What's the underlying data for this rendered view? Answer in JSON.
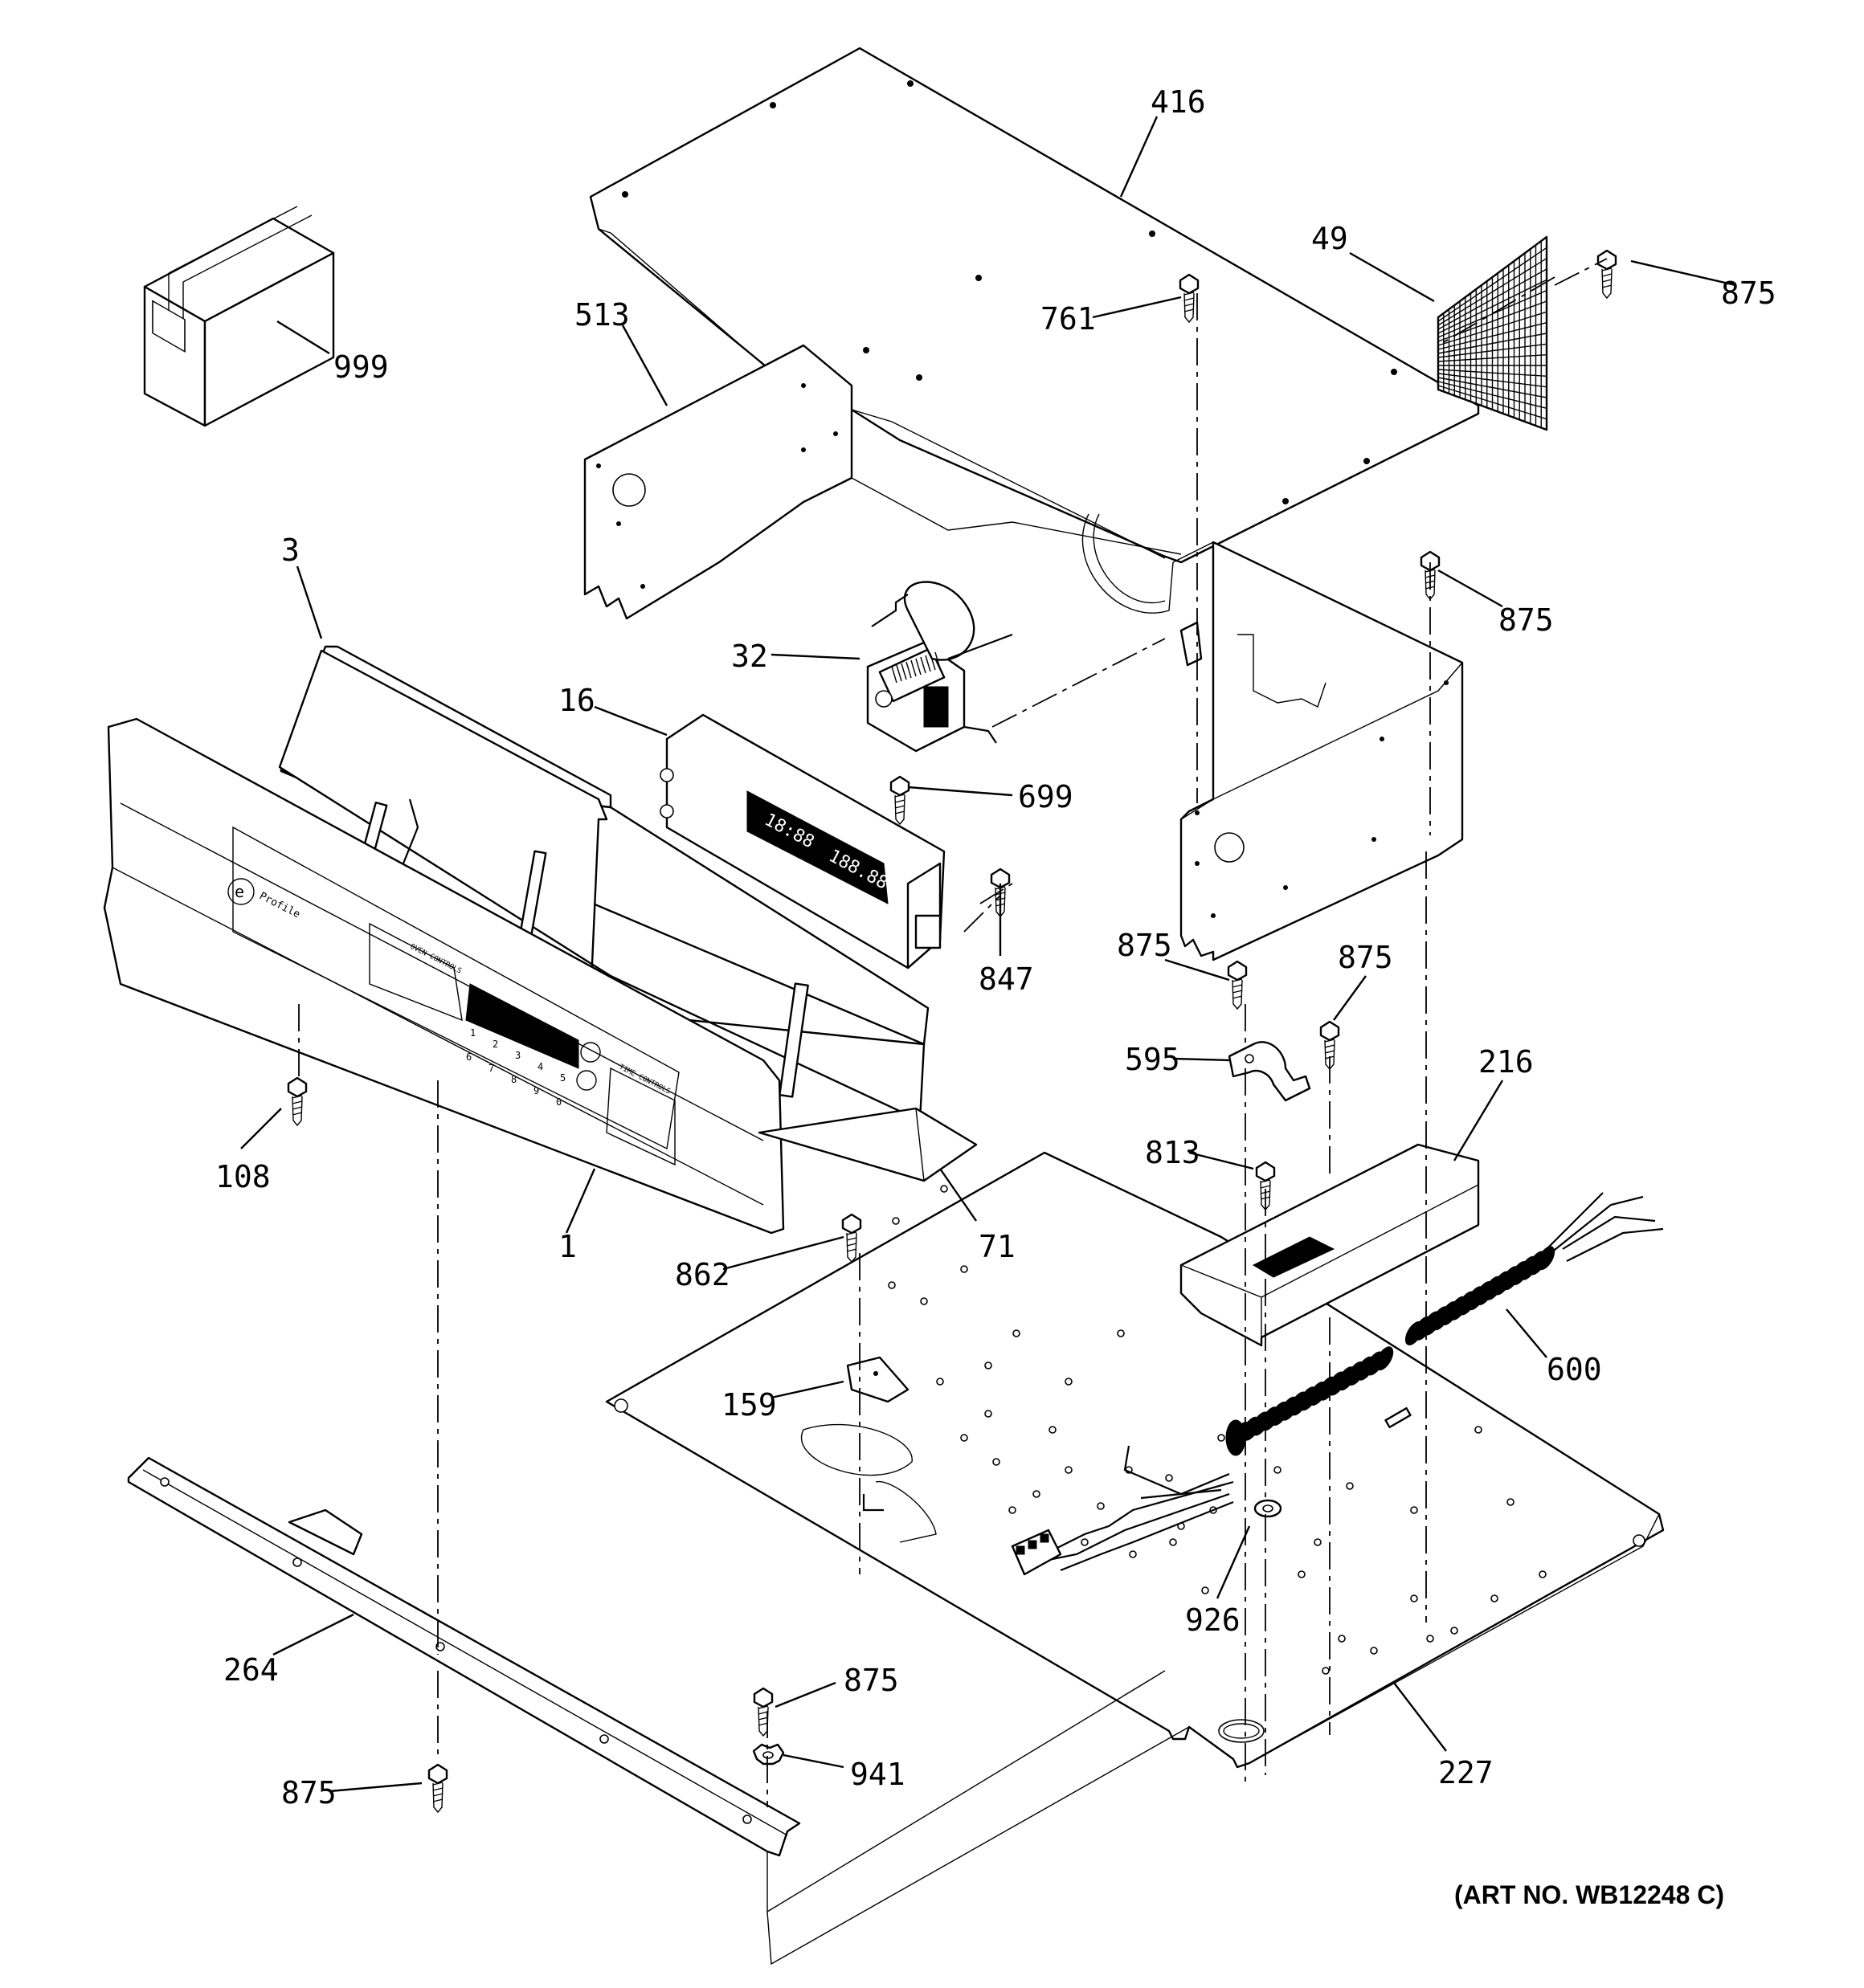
{
  "labels": {
    "p416": "416",
    "p49": "49",
    "p875_a": "875",
    "p999": "999",
    "p513": "513",
    "p761": "761",
    "p3": "3",
    "p875_b": "875",
    "p32": "32",
    "p16": "16",
    "p699": "699",
    "p847": "847",
    "p875_c": "875",
    "p875_d": "875",
    "p595": "595",
    "p216": "216",
    "p108": "108",
    "p813": "813",
    "p1": "1",
    "p71": "71",
    "p862": "862",
    "p600": "600",
    "p159": "159",
    "p926": "926",
    "p264": "264",
    "p875_e": "875",
    "p941": "941",
    "p875_f": "875",
    "p227": "227"
  },
  "art_number": "(ART NO. WB12248 C)",
  "panel_text": {
    "brand": "Profile",
    "oven_controls": "OVEN CONTROLS",
    "time_controls": "TIME CONTROLS",
    "keys": [
      "1",
      "2",
      "3",
      "4",
      "5",
      "6",
      "7",
      "8",
      "9",
      "0"
    ]
  },
  "clock_display": {
    "left": "18:88",
    "right": "188.88"
  }
}
